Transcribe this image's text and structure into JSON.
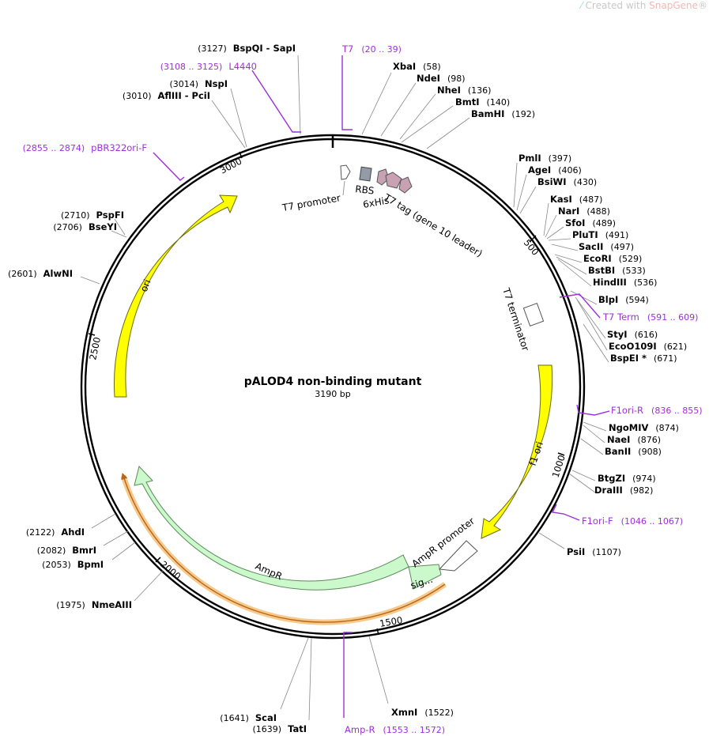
{
  "watermark": {
    "prefix": "Created with ",
    "brand": "SnapGene",
    "suffix": "®"
  },
  "plasmid": {
    "name": "pALOD4 non-binding mutant",
    "size": 3190,
    "size_label": "3190 bp"
  },
  "ticks": [
    "500",
    "1000",
    "1500",
    "2000",
    "2500",
    "3000"
  ],
  "features": [
    {
      "name": "f1 ori",
      "color": "#ffff00"
    },
    {
      "name": "ori",
      "color": "#ffff00"
    },
    {
      "name": "AmpR",
      "color": "#ccf9cc"
    },
    {
      "name": "sig...",
      "color": "#ccf9cc"
    },
    {
      "name": "AmpR promoter",
      "color": "#ffffff"
    },
    {
      "name": "T7 terminator",
      "color": "#ffffff"
    },
    {
      "name": "T7 promoter",
      "color": "#ffffff"
    },
    {
      "name": "RBS",
      "color": "#939ba6"
    },
    {
      "name": "6xHis",
      "color": "#c8a1b3"
    },
    {
      "name": "T7 tag (gene 10 leader)",
      "color": "#c8a1b3"
    }
  ],
  "enzymes": [
    {
      "name": "BspQI - SapI",
      "pos": "(3127)"
    },
    {
      "name": "XbaI",
      "pos": "(58)"
    },
    {
      "name": "NdeI",
      "pos": "(98)"
    },
    {
      "name": "NheI",
      "pos": "(136)"
    },
    {
      "name": "BmtI",
      "pos": "(140)"
    },
    {
      "name": "BamHI",
      "pos": "(192)"
    },
    {
      "name": "NspI",
      "pos": "(3014)"
    },
    {
      "name": "AflIII - PciI",
      "pos": "(3010)"
    },
    {
      "name": "PmlI",
      "pos": "(397)"
    },
    {
      "name": "AgeI",
      "pos": "(406)"
    },
    {
      "name": "BsiWI",
      "pos": "(430)"
    },
    {
      "name": "KasI",
      "pos": "(487)"
    },
    {
      "name": "NarI",
      "pos": "(488)"
    },
    {
      "name": "SfoI",
      "pos": "(489)"
    },
    {
      "name": "PluTI",
      "pos": "(491)"
    },
    {
      "name": "SacII",
      "pos": "(497)"
    },
    {
      "name": "EcoRI",
      "pos": "(529)"
    },
    {
      "name": "BstBI",
      "pos": "(533)"
    },
    {
      "name": "HindIII",
      "pos": "(536)"
    },
    {
      "name": "BlpI",
      "pos": "(594)"
    },
    {
      "name": "StyI",
      "pos": "(616)"
    },
    {
      "name": "EcoO109I",
      "pos": "(621)"
    },
    {
      "name": "BspEI *",
      "pos": "(671)"
    },
    {
      "name": "PspFI",
      "pos": "(2710)"
    },
    {
      "name": "BseYI",
      "pos": "(2706)"
    },
    {
      "name": "AlwNI",
      "pos": "(2601)"
    },
    {
      "name": "NgoMIV",
      "pos": "(874)"
    },
    {
      "name": "NaeI",
      "pos": "(876)"
    },
    {
      "name": "BanII",
      "pos": "(908)"
    },
    {
      "name": "BtgZI",
      "pos": "(974)"
    },
    {
      "name": "DraIII",
      "pos": "(982)"
    },
    {
      "name": "PsiI",
      "pos": "(1107)"
    },
    {
      "name": "AhdI",
      "pos": "(2122)"
    },
    {
      "name": "BmrI",
      "pos": "(2082)"
    },
    {
      "name": "BpmI",
      "pos": "(2053)"
    },
    {
      "name": "NmeAIII",
      "pos": "(1975)"
    },
    {
      "name": "XmnI",
      "pos": "(1522)"
    },
    {
      "name": "ScaI",
      "pos": "(1641)"
    },
    {
      "name": "TatI",
      "pos": "(1639)"
    }
  ],
  "primers": [
    {
      "name": "T7",
      "range": "(20 .. 39)"
    },
    {
      "name": "L4440",
      "range": "(3108 .. 3125)"
    },
    {
      "name": "pBR322ori-F",
      "range": "(2855 .. 2874)"
    },
    {
      "name": "T7 Term",
      "range": "(591 .. 609)"
    },
    {
      "name": "F1ori-R",
      "range": "(836 .. 855)"
    },
    {
      "name": "F1ori-F",
      "range": "(1046 .. 1067)"
    },
    {
      "name": "Amp-R",
      "range": "(1553 .. 1572)"
    }
  ],
  "colors": {
    "backbone": "#000000",
    "primer": "#9b30d9",
    "ori": "#ffff00",
    "ampr": "#ccf9cc",
    "highlight": "#f7c98a"
  }
}
